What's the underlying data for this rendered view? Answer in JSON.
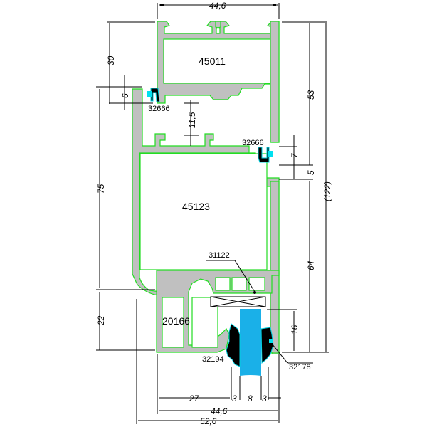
{
  "drawing": {
    "title": "Aluminium window profile cross-section",
    "colors": {
      "profile_fill": "#c0c0c0",
      "profile_outline": "#22dd22",
      "glass": "#1ab0e8",
      "gasket": "#000000",
      "gasket_outline": "#00d0e0",
      "dimension_lines": "#000000",
      "background": "#ffffff"
    },
    "parts": [
      {
        "id": "45011",
        "label": "45011",
        "type": "sash profile"
      },
      {
        "id": "45123",
        "label": "45123",
        "type": "frame profile"
      },
      {
        "id": "20166",
        "label": "20166",
        "type": "glazing bead"
      },
      {
        "id": "32666_a",
        "label": "32666",
        "type": "gasket"
      },
      {
        "id": "32666_b",
        "label": "32666",
        "type": "gasket"
      },
      {
        "id": "31122",
        "label": "31122",
        "type": "setting block"
      },
      {
        "id": "32194",
        "label": "32194",
        "type": "glazing gasket"
      },
      {
        "id": "32178",
        "label": "32178",
        "type": "glazing gasket"
      }
    ],
    "dimensions": {
      "top_width": "44,6",
      "left_30": "30",
      "left_6": "6",
      "left_75": "75",
      "left_22": "22",
      "inner_11_5": "11,5",
      "right_53": "53",
      "right_7": "7",
      "right_5": "5",
      "right_64": "64",
      "right_16": "16",
      "right_total": "(122)",
      "bottom_27": "27",
      "bottom_3a": "3",
      "bottom_8": "8",
      "bottom_3b": "3",
      "bottom_44_6": "44,6",
      "bottom_52_6": "52,6"
    }
  }
}
